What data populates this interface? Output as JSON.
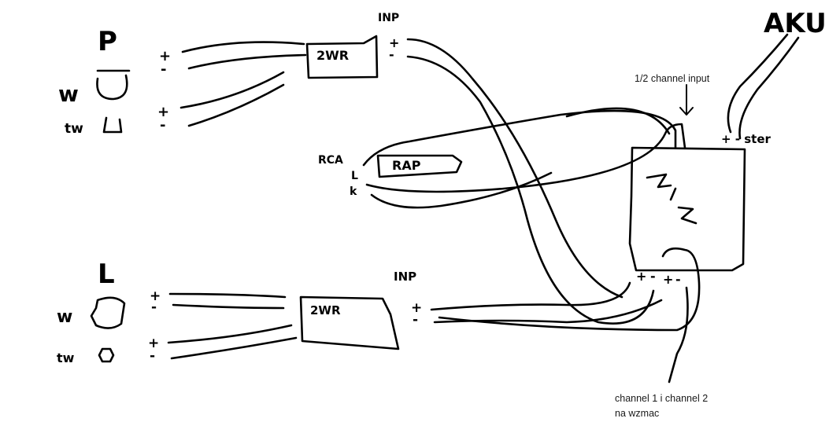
{
  "speakers": {
    "right": {
      "label": "P",
      "woofer_label": "w",
      "tweeter_label": "tw"
    },
    "left": {
      "label": "L",
      "woofer_label": "w",
      "tweeter_label": "tw"
    }
  },
  "polarity": {
    "plus": "+",
    "minus": "-"
  },
  "crossovers": {
    "top_label": "2WR",
    "bottom_label": "2WR"
  },
  "inputs": {
    "top_label": "INP",
    "bottom_label": "INP"
  },
  "radio": {
    "label": "RAP",
    "rca_label": "RCA",
    "rca_left": "L",
    "rca_right": "k"
  },
  "amplifier": {
    "label": "W Z"
  },
  "battery": {
    "label": "AKU",
    "terminals": "+ - ster"
  },
  "annotations": {
    "channel_input": "1/2 channel input",
    "output_line1": "channel 1 i channel 2",
    "output_line2": "na wzmac"
  }
}
